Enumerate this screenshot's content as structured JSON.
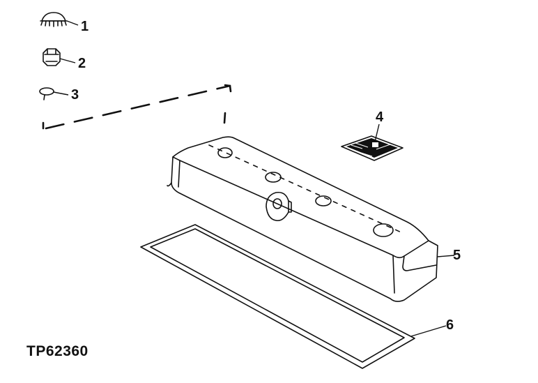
{
  "figure_id": "TP62360",
  "callouts": {
    "c1": "1",
    "c2": "2",
    "c3": "3",
    "c4": "4",
    "c5": "5",
    "c6": "6"
  },
  "colors": {
    "ink": "#111111",
    "background": "#ffffff"
  }
}
